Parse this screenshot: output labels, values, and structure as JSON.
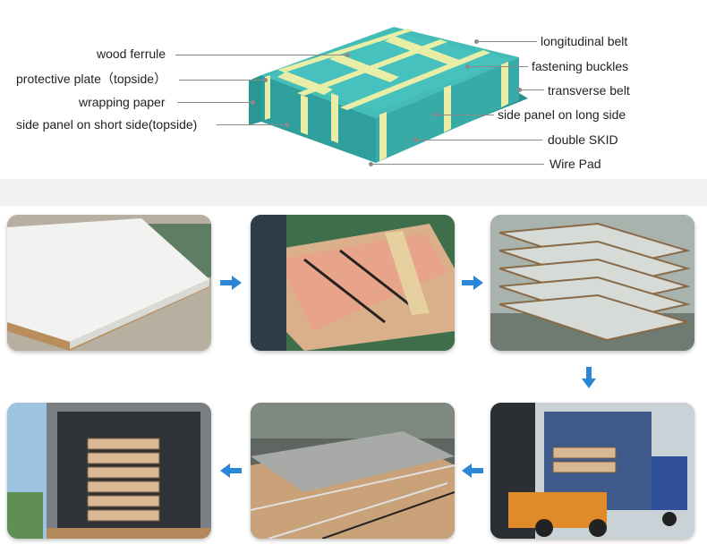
{
  "labels_left": [
    {
      "key": "wood_ferrule",
      "text": "wood ferrule"
    },
    {
      "key": "protective_plate",
      "text": "protective plate（topside）"
    },
    {
      "key": "wrapping_paper",
      "text": "wrapping paper"
    },
    {
      "key": "side_panel_short",
      "text": "side panel on short side(topside)"
    }
  ],
  "labels_right": [
    {
      "key": "longitudinal_belt",
      "text": "longitudinal belt"
    },
    {
      "key": "fastening_buckles",
      "text": "fastening buckles"
    },
    {
      "key": "transverse_belt",
      "text": "transverse belt"
    },
    {
      "key": "side_panel_long",
      "text": "side panel on long side"
    },
    {
      "key": "double_skid",
      "text": "double SKID"
    },
    {
      "key": "wire_pad",
      "text": "Wire Pad"
    }
  ],
  "colors": {
    "package_top": "#3fb7b4",
    "package_side": "#2e9f9c",
    "belt": "#e9eea6",
    "arrow": "#2a86d6",
    "divider": "#f1f2f4"
  },
  "photos": [
    {
      "name": "photo-bare-sheet",
      "desc_icon": "steel-sheet-image"
    },
    {
      "name": "photo-wrapping",
      "desc_icon": "wrapping-image"
    },
    {
      "name": "photo-warehouse-stack",
      "desc_icon": "warehouse-image"
    },
    {
      "name": "photo-truck-loading",
      "desc_icon": "truck-image"
    },
    {
      "name": "photo-container-loading",
      "desc_icon": "container-image"
    },
    {
      "name": "photo-container-full",
      "desc_icon": "container-full-image"
    }
  ]
}
